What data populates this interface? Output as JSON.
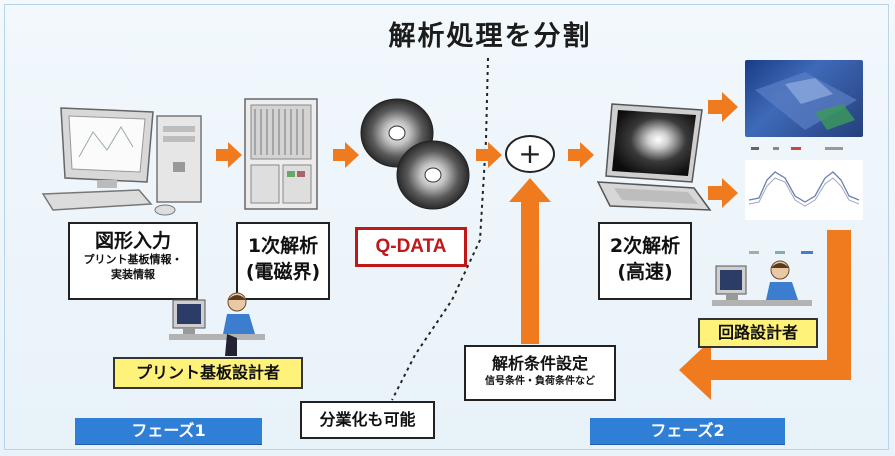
{
  "title": "解析処理を分割",
  "phase1_label": "フェーズ1",
  "phase2_label": "フェーズ2",
  "step1": {
    "main": "図形入力",
    "sub1": "プリント基板情報・",
    "sub2": "実装情報"
  },
  "step2": {
    "main1": "1次解析",
    "main2": "(電磁界)"
  },
  "qdata_label": "Q-DATA",
  "step3": {
    "main1": "2次解析",
    "main2": "(高速)"
  },
  "condition": {
    "main": "解析条件設定",
    "sub": "信号条件・負荷条件など"
  },
  "division_note": "分業化も可能",
  "designer_pcb": "プリント基板設計者",
  "designer_circuit": "回路設計者",
  "colors": {
    "arrow": "#f07a1e",
    "phase_bar": "#2f7fd6",
    "highlight": "#fff27a",
    "qdata": "#c01818",
    "border": "#b9d3e8"
  },
  "icons": [
    "desktop-computer-icon",
    "server-rack-icon",
    "cd-disc-icon",
    "laptop-icon",
    "person-at-computer-icon"
  ]
}
